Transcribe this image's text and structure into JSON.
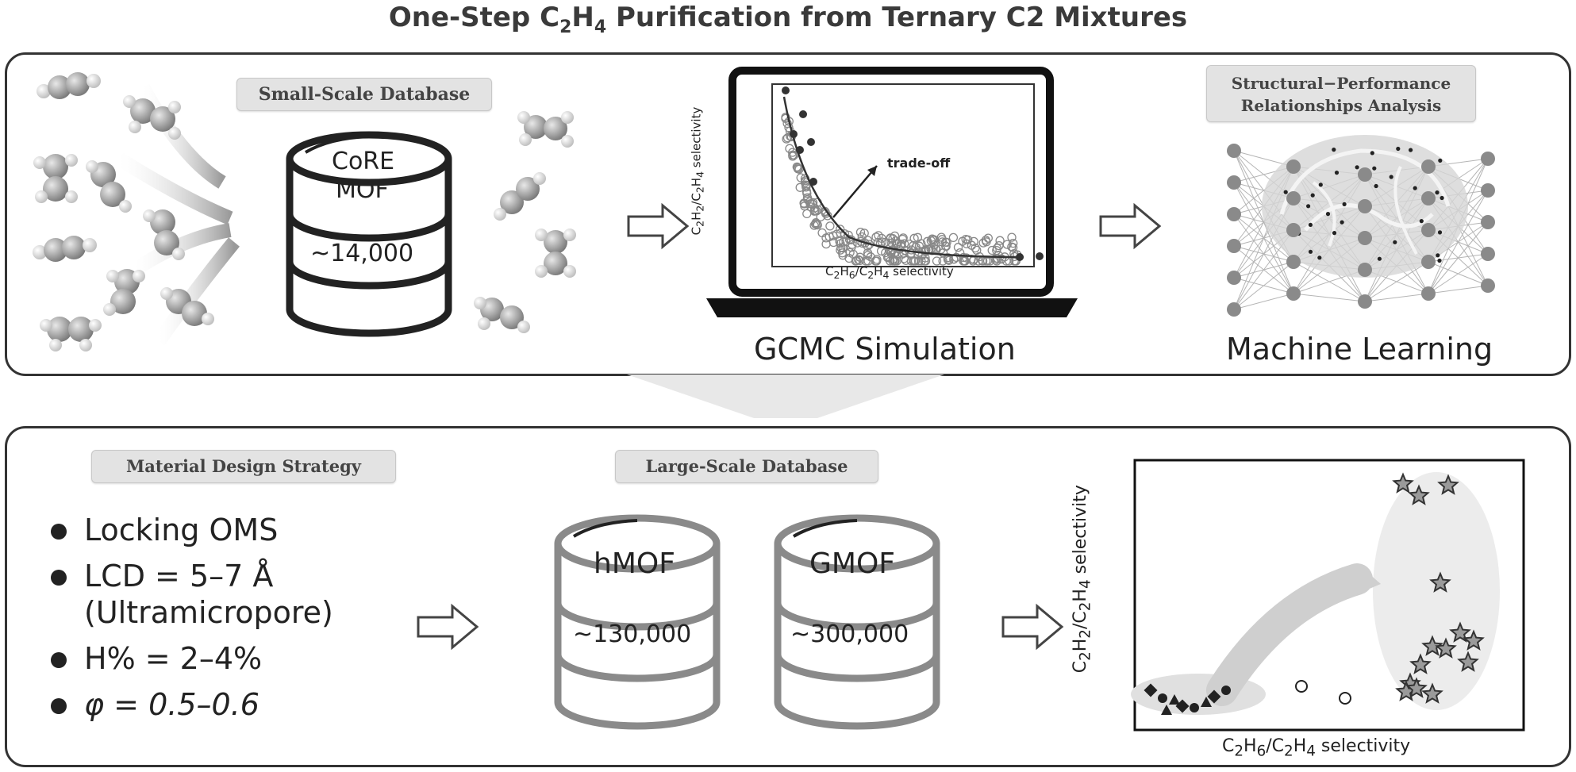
{
  "title": {
    "prefix": "One-Step C",
    "sub1": "2",
    "mid": "H",
    "sub2": "4",
    "suffix": " Purification from Ternary C2 Mixtures"
  },
  "top_panel": {
    "database_tag": "Small-Scale Database",
    "core_db": {
      "line1": "CoRE",
      "line2": "MOF",
      "count": "~14,000"
    },
    "gcmc": {
      "caption": "GCMC Simulation",
      "annotation": "trade-off",
      "ylabel": "C2H2/C2H4 selectivity",
      "xlabel": "C2H6/C2H4 selectivity"
    },
    "ml": {
      "tag_line1": "Structural−Performance",
      "tag_line2": "Relationships Analysis",
      "caption": "Machine Learning"
    }
  },
  "bottom_panel": {
    "strategy_tag": "Material Design Strategy",
    "strategies": [
      {
        "text": "Locking OMS"
      },
      {
        "text": "LCD = 5–7 Å",
        "text2": "(Ultramicropore)"
      },
      {
        "text": "H% = 2–4%"
      },
      {
        "text": "φ = 0.5–0.6"
      }
    ],
    "large_db_tag": "Large-Scale Database",
    "databases": [
      {
        "name": "hMOF",
        "count": "~130,000"
      },
      {
        "name": "GMOF",
        "count": "~300,000"
      }
    ],
    "result_plot": {
      "ylabel": "C2H2/C2H4 selectivity",
      "xlabel": "C2H6/C2H4 selectivity"
    }
  },
  "colors": {
    "dark": "#333333",
    "grey": "#8a8a8a",
    "light": "#e3e3e3"
  }
}
